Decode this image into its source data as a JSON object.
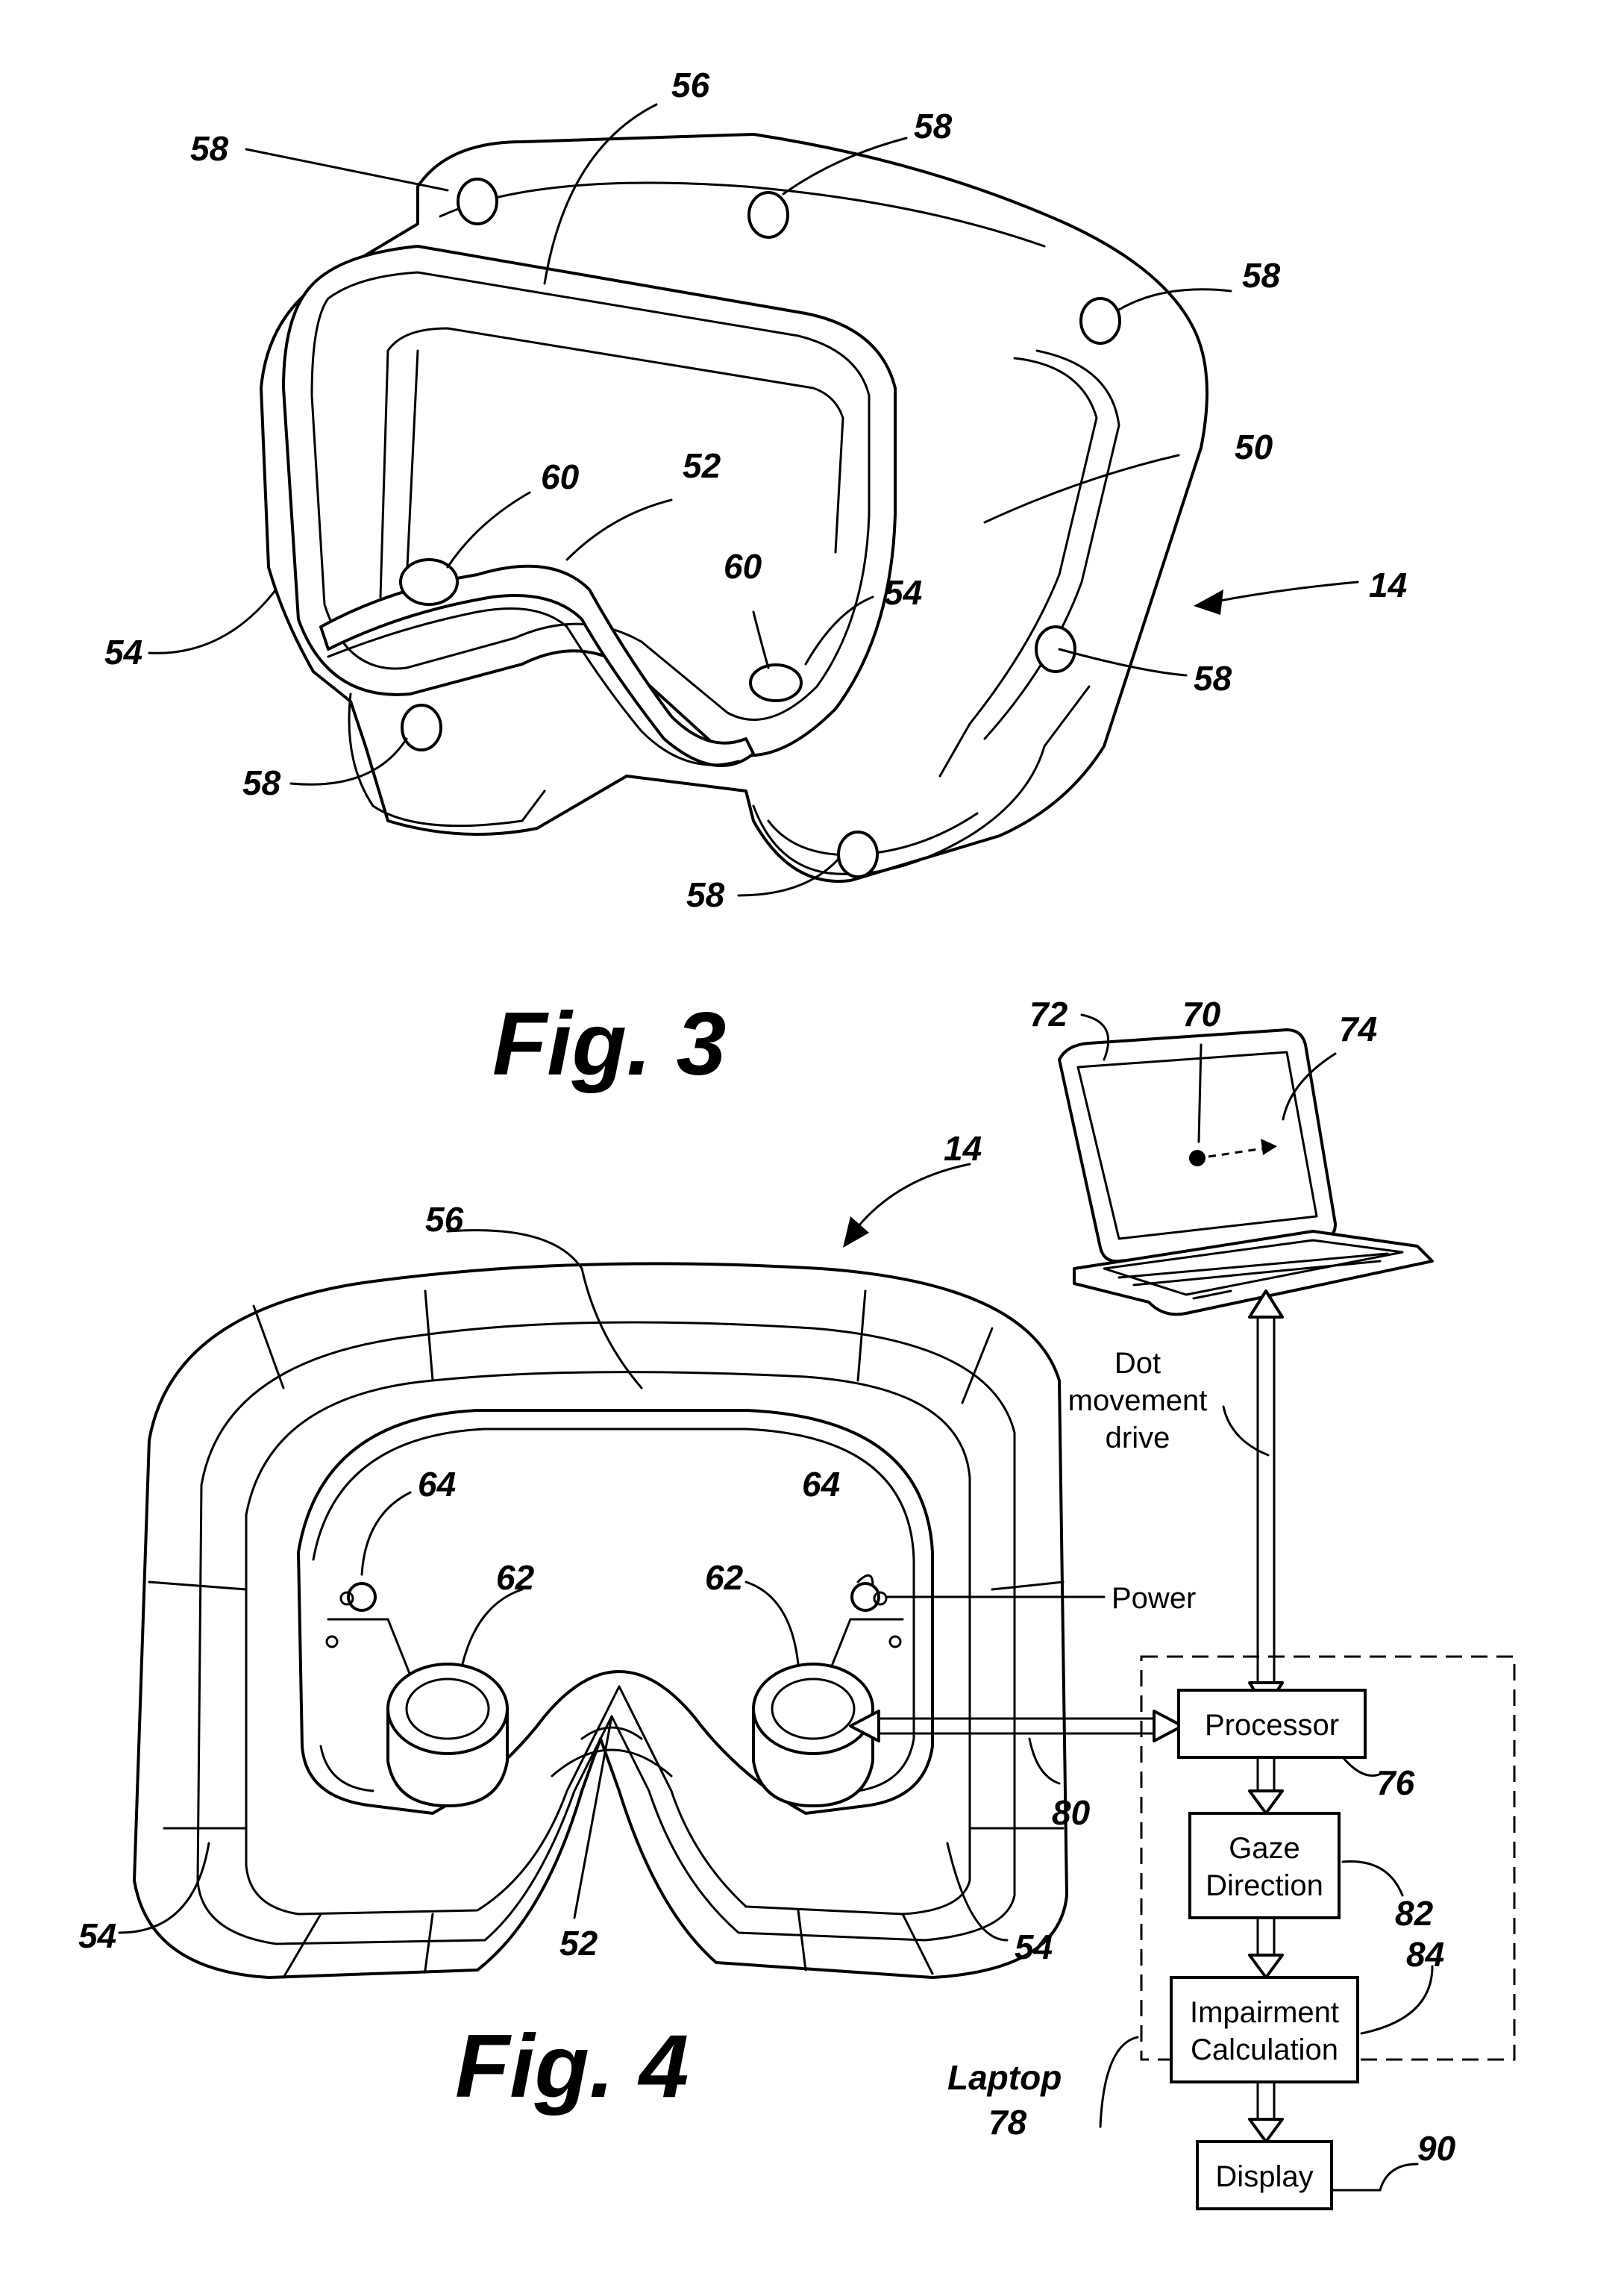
{
  "figures": [
    {
      "id": "fig3",
      "caption": "Fig. 3"
    },
    {
      "id": "fig4",
      "caption": "Fig. 4"
    }
  ],
  "fig3_refs": {
    "r56": "56",
    "r58a": "58",
    "r58b": "58",
    "r58c": "58",
    "r58d": "58",
    "r58e": "58",
    "r58f": "58",
    "r60a": "60",
    "r52": "52",
    "r50": "50",
    "r60b": "60",
    "r54a": "54",
    "r54b": "54",
    "r14": "14"
  },
  "fig4_refs": {
    "r72": "72",
    "r70": "70",
    "r74": "74",
    "r14": "14",
    "r56": "56",
    "r64a": "64",
    "r64b": "64",
    "r62a": "62",
    "r62b": "62",
    "r52": "52",
    "r54a": "54",
    "r54b": "54",
    "r80": "80",
    "r76": "76",
    "r82": "82",
    "r84": "84",
    "r90": "90",
    "r78": "78"
  },
  "block_diagram": {
    "processor": "Processor",
    "gaze_line1": "Gaze",
    "gaze_line2": "Direction",
    "impairment_line1": "Impairment",
    "impairment_line2": "Calculation",
    "display": "Display",
    "laptop": "Laptop"
  },
  "annotations": {
    "dot_line1": "Dot",
    "dot_line2": "movement",
    "dot_line3": "drive",
    "power": "Power"
  }
}
